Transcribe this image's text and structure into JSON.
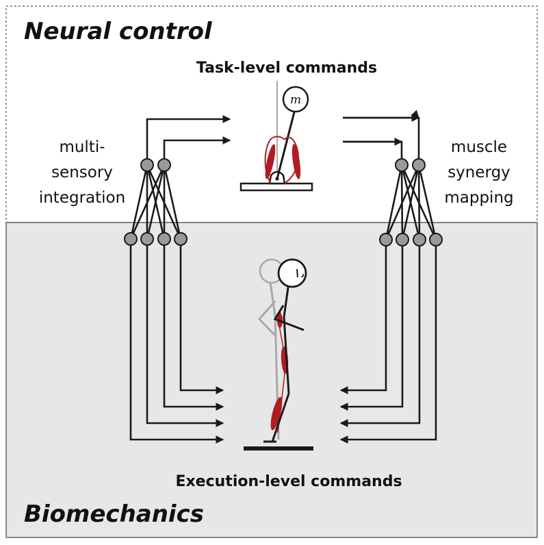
{
  "diagram": {
    "top_region_title": "Neural control",
    "bottom_region_title": "Biomechanics",
    "task_level_label": "Task-level commands",
    "execution_level_label": "Execution-level commands",
    "left_label": [
      "multi-",
      "sensory",
      "integration"
    ],
    "right_label": [
      "muscle",
      "synergy",
      "mapping"
    ],
    "mass_symbol": "m"
  },
  "colors": {
    "top_region_bg": "#ffffff",
    "bottom_region_bg": "#e6e7e8",
    "node_fill": "#9a9a9a",
    "muscle_red": "#b01c22",
    "line": "#1a1a1a",
    "ghost_figure": "#a8a8a8"
  }
}
